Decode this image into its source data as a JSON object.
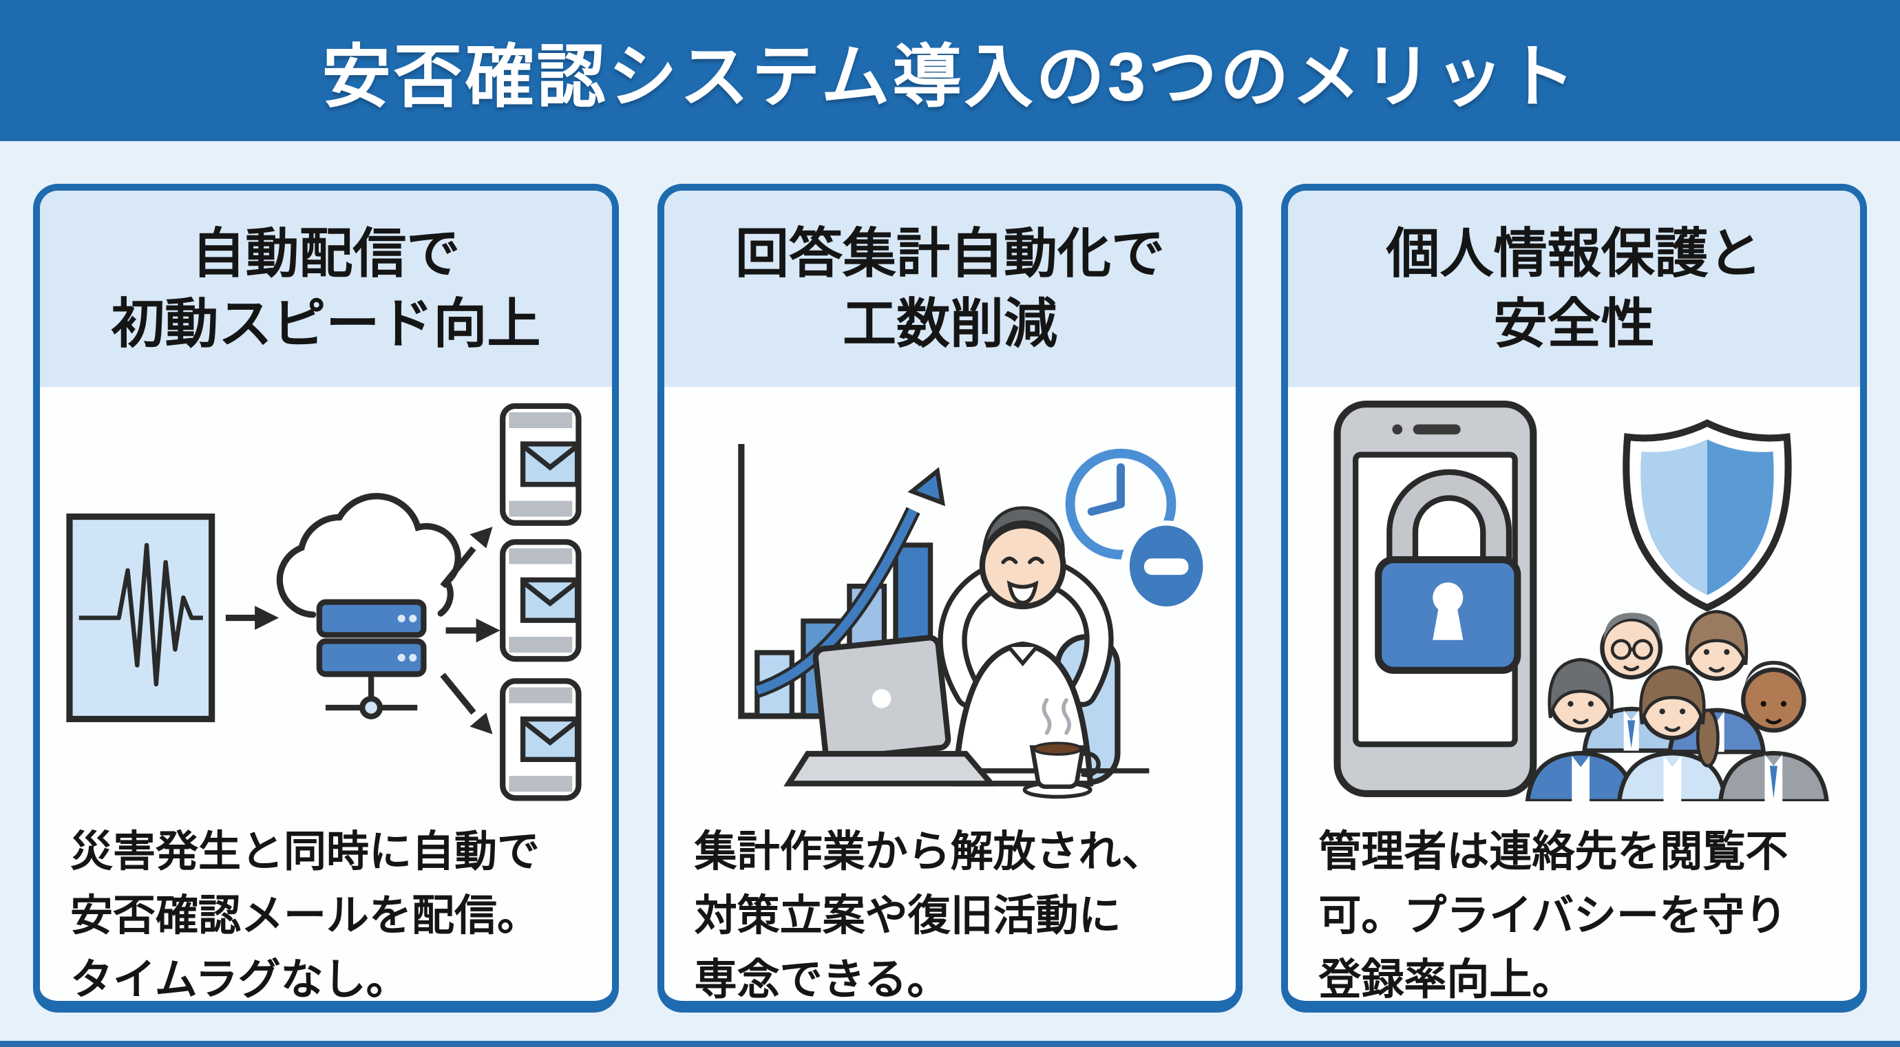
{
  "header": {
    "title": "安否確認システム導入の3つのメリット"
  },
  "colors": {
    "header_bg": "#1E6BB0",
    "page_bg": "#E6F1FA",
    "card_border": "#1E6BB0",
    "card_header_bg": "#D8E8F7",
    "card_body_bg": "#FDFEFE",
    "title_text": "#FFFFFF",
    "body_text": "#151515",
    "accent_blue": "#3F7DC0",
    "mid_blue": "#4A82C4",
    "light_blue": "#B9D7F1"
  },
  "cards": [
    {
      "id": "auto-delivery",
      "title_lines": [
        "自動配信で",
        "初動スピード向上"
      ],
      "description_lines": [
        "災害発生と同時に自動で",
        "安否確認メールを配信。",
        "タイムラグなし。"
      ],
      "illustration": {
        "name": "auto-delivery-flow",
        "icons": [
          "seismograph-icon",
          "flow-arrow-icon",
          "cloud-server-icon",
          "smartphone-mail-icon"
        ]
      }
    },
    {
      "id": "auto-aggregation",
      "title_lines": [
        "回答集計自動化で",
        "工数削減"
      ],
      "description_lines": [
        "集計作業から解放され、",
        "対策立案や復旧活動に",
        "専念できる。"
      ],
      "illustration": {
        "name": "workload-reduction-scene",
        "icons": [
          "growth-chart-icon",
          "time-saved-clock-icon",
          "minus-badge-icon",
          "relaxed-worker-illustration",
          "laptop-icon",
          "coffee-cup-icon"
        ]
      }
    },
    {
      "id": "privacy-safety",
      "title_lines": [
        "個人情報保護と",
        "安全性"
      ],
      "description_lines": [
        "管理者は連絡先を閲覧不",
        "可。プライバシーを守り",
        "登録率向上。"
      ],
      "illustration": {
        "name": "privacy-protection-scene",
        "icons": [
          "locked-smartphone-icon",
          "shield-icon",
          "employees-group-illustration"
        ]
      }
    }
  ]
}
